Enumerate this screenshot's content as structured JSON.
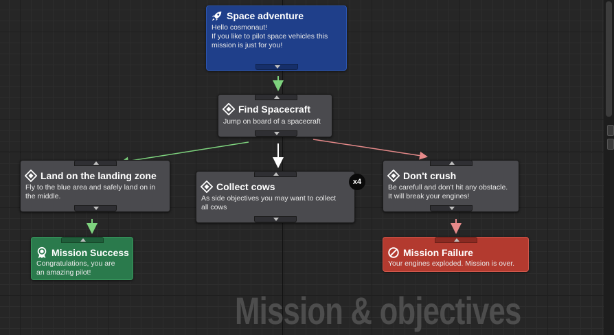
{
  "colors": {
    "background": "#262626",
    "node_default": "#4a4a4e",
    "node_blue": "#1f3f8a",
    "node_green": "#2a7a4c",
    "node_red": "#b33a2f",
    "wire_success": "#7ed37e",
    "wire_neutral": "#ffffff",
    "wire_failure": "#e68a8a"
  },
  "nodes": {
    "space_adventure": {
      "title": "Space adventure",
      "icon": "rocket-icon",
      "description_line1": "Hello cosmonaut!",
      "description_line2": "If you like to pilot space vehicles this",
      "description_line3": "mission is just for you!"
    },
    "find_spacecraft": {
      "title": "Find Spacecraft",
      "icon": "objective-diamond-icon",
      "description_line1": "Jump on board of a spacecraft"
    },
    "land": {
      "title": "Land on the landing zone",
      "icon": "objective-diamond-icon",
      "description_line1": "Fly to the blue area and safely land on in",
      "description_line2": "the middle."
    },
    "collect_cows": {
      "title": "Collect cows",
      "icon": "objective-diamond-icon",
      "description_line1": "As side objectives you may want to collect",
      "description_line2": "all cows",
      "badge": "x4"
    },
    "dont_crush": {
      "title": "Don't crush",
      "icon": "objective-diamond-icon",
      "description_line1": "Be carefull and don't hit any obstacle.",
      "description_line2": "It will break your engines!"
    },
    "mission_success": {
      "title": "Mission Success",
      "icon": "medal-icon",
      "description_line1": "Congratulations, you are",
      "description_line2": "an amazing pilot!"
    },
    "mission_failure": {
      "title": "Mission Failure",
      "icon": "prohibited-icon",
      "description_line1": "Your engines exploded. Mission is over."
    }
  },
  "watermark": "Mission & objectives"
}
